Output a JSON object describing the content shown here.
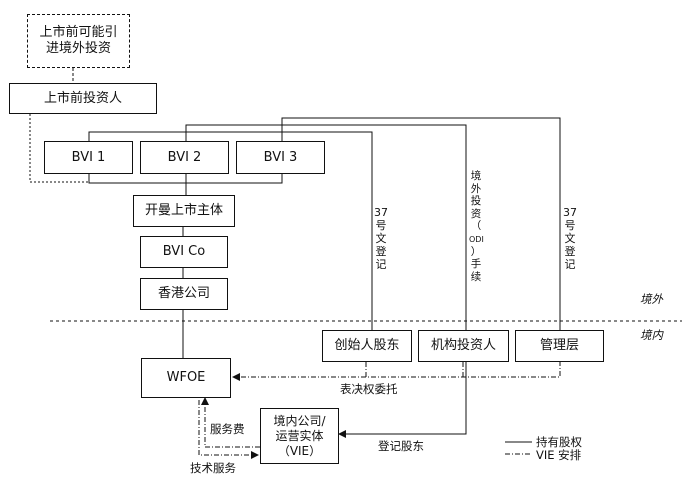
{
  "boxes": {
    "pre_ipo_foreign": [
      "上市前可能引",
      "进境外投资"
    ],
    "pre_ipo_investor": "上市前投资人",
    "bvi1": "BVI 1",
    "bvi2": "BVI 2",
    "bvi3": "BVI 3",
    "cayman_entity": "开曼上市主体",
    "bvi_co": "BVI Co",
    "hk_company": "香港公司",
    "wfoe": "WFOE",
    "founder_shareholder": "创始人股东",
    "institutional_investor": "机构投资人",
    "management": "管理层",
    "domestic_vie": [
      "境内公司/",
      "运营实体",
      "（VIE）"
    ]
  },
  "labels": {
    "circular37_left": [
      "37",
      "号",
      "文",
      "登",
      "记"
    ],
    "odi": [
      "境",
      "外",
      "投",
      "资",
      "（",
      "ODI",
      "）",
      "手",
      "续"
    ],
    "circular37_right": [
      "37",
      "号",
      "文",
      "登",
      "记"
    ],
    "offshore": "境外",
    "onshore": "境内",
    "voting_proxy": "表决权委托",
    "service_fee": "服务费",
    "tech_service": "技术服务",
    "registered_shareholder": "登记股东"
  },
  "legend": {
    "equity": "持有股权",
    "vie": "VIE 安排"
  }
}
